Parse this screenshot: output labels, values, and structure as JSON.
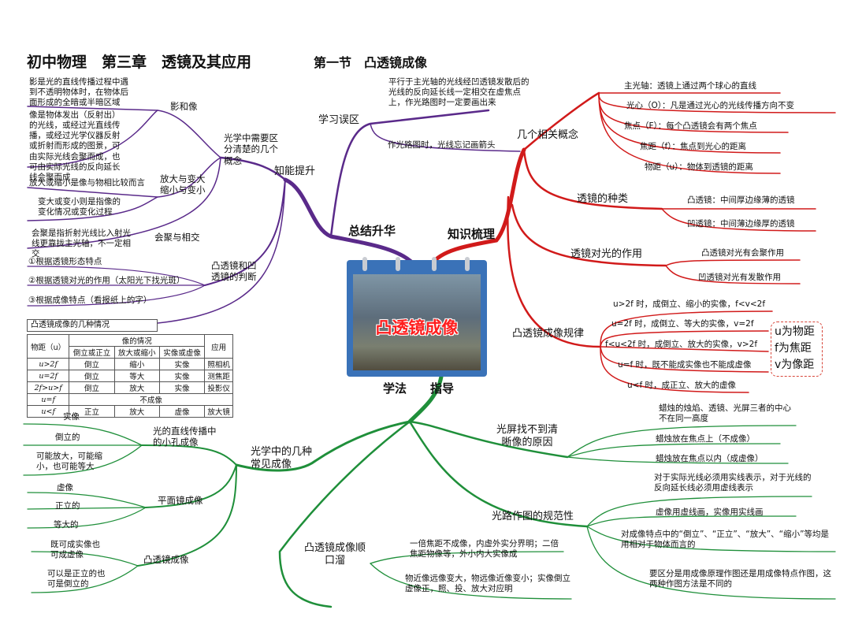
{
  "title": {
    "main": "初中物理　第三章　透镜及其应用",
    "section": "第一节　凸透镜成像"
  },
  "center": {
    "title": "凸透镜成像"
  },
  "mains": {
    "summary": "总结升华",
    "knowledge": "知识梳理",
    "method_a": "学法",
    "method_b": "指导"
  },
  "summary": {
    "improve": "知能提升",
    "mistakes": "学习误区",
    "mistake_1": "平行于主光轴的光线经凹透镜发散后的光线的反向延长线一定相交在虚焦点上，作光路图时一定要画出来",
    "mistake_2": "作光路图时，光线忘记画箭头",
    "concepts": "光学中需要区分清楚的几个概念",
    "shadow_image": "影和像",
    "shadow_def": "影是光的直线传播过程中遇到不透明物体时，在物体后面形成的全暗或半暗区域",
    "image_def": "像是物体发出（反射出）的光线，或经过光直线传播，或经过光学仪器反射或折射而形成的图景，可由实际光线会聚而成，也可由实际光线的反向延长线会聚而成",
    "enlarge": "放大与变大缩小与变小",
    "enlarge_1": "放大或缩小是像与物相比较而言",
    "enlarge_2": "变大或变小则是指像的变化情况或变化过程",
    "converge": "会聚与相交",
    "converge_1": "会聚是指折射光线比入射光线更靠拢主光轴，不一定相交",
    "judge": "凸透镜和凹透镜的判断",
    "judge_1": "①根据透镜形态特点",
    "judge_2": "②根据透镜对光的作用（太阳光下找光斑）",
    "judge_3": "③根据成像特点（看报纸上的字）"
  },
  "cases_table": {
    "title": "凸透镜成像的几种情况",
    "header_1": [
      "物距（u）",
      "像的情况",
      "应用"
    ],
    "header_2": [
      "倒立或正立",
      "放大或缩小",
      "实像或虚像"
    ],
    "rows": [
      [
        "u>2f",
        "倒立",
        "缩小",
        "实像",
        "照相机"
      ],
      [
        "u=2f",
        "倒立",
        "等大",
        "实像",
        "测焦距"
      ],
      [
        "2f>u>f",
        "倒立",
        "放大",
        "实像",
        "投影仪"
      ],
      [
        "u=f",
        "不成像"
      ],
      [
        "u<f",
        "正立",
        "放大",
        "虚像",
        "放大镜"
      ]
    ]
  },
  "knowledge": {
    "concepts": "几个相关概念",
    "axis": "主光轴：透镜上通过两个球心的直线",
    "optic_center": "光心（O）：凡是通过光心的光线传播方向不变",
    "focus": "焦点（F）：每个凸透镜会有两个焦点",
    "focal_length": "焦距（f）：焦点到光心的距离",
    "object_distance": "物距（u）：物体到透镜的距离",
    "types": "透镜的种类",
    "convex": "凸透镜：中间厚边缘薄的透镜",
    "concave": "凹透镜：中间薄边缘厚的透镜",
    "effect": "透镜对光的作用",
    "convex_effect": "凸透镜对光有会聚作用",
    "concave_effect": "凹透镜对光有发散作用",
    "rules": "凸透镜成像规律",
    "rule_1": "u>2f 时，成倒立、缩小的实像，f<v<2f",
    "rule_2": "u=2f 时，成倒立、等大的实像，v=2f",
    "rule_3": "f<u<2f 时，成倒立、放大的实像，v>2f",
    "rule_4": "u=f 时，既不能成实像也不能成虚像",
    "rule_5": "u<f 时，成正立、放大的虚像",
    "legend_u": "u为物距",
    "legend_f": "f为焦距",
    "legend_v": "v为像距"
  },
  "method": {
    "common": "光学中的几种常见成像",
    "pinhole": "光的直线传播中的小孔成像",
    "pinhole_1": "实像",
    "pinhole_2": "倒立的",
    "pinhole_3": "可能放大，可能缩小，也可能等大",
    "mirror": "平面镜成像",
    "mirror_1": "虚像",
    "mirror_2": "正立的",
    "mirror_3": "等大的",
    "lens": "凸透镜成像",
    "lens_1": "既可成实像也可成虚像",
    "lens_2": "可以是正立的也可是倒立的",
    "rhyme": "凸透镜成像顺口溜",
    "rhyme_1": "一倍焦距不成像，内虚外实分界明；二倍焦距物像等，外小内大实像成",
    "rhyme_2": "物近像远像变大，物远像近像变小；实像倒立虚像正，照、投、放大对应明",
    "screen": "光屏找不到清晰像的原因",
    "screen_1": "蜡烛的烛焰、透镜、光屏三者的中心不在同一高度",
    "screen_2": "蜡烛放在焦点上（不成像）",
    "screen_3": "蜡烛放在焦点以内（成虚像）",
    "drawing": "光路作图的规范性",
    "drawing_1": "对于实际光线必须用实线表示，对于光线的反向延长线必须用虚线表示",
    "drawing_2": "虚像用虚线画，实像用实线画",
    "drawing_3": "对成像特点中的“倒立”、“正立”、“放大”、“缩小”等均是用相对于物体而言的",
    "drawing_4": "要区分是用成像原理作图还是用成像特点作图，这两种作图方法是不同的"
  },
  "colors": {
    "summary": "#5a2a8a",
    "knowledge": "#d11a1a",
    "method": "#1f8f3a"
  }
}
